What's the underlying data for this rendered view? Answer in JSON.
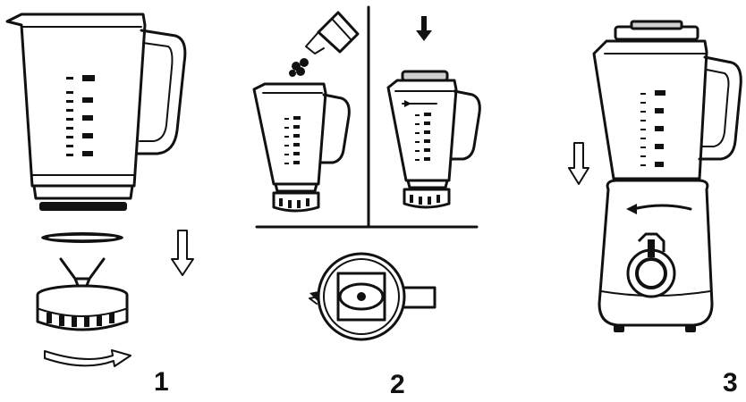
{
  "steps": [
    {
      "number": "1"
    },
    {
      "number": "2"
    },
    {
      "number": "3"
    }
  ],
  "icons": {
    "jug": "blender-jug-icon",
    "gasket": "sealing-ring-icon",
    "blade": "blade-assembly-icon",
    "arrow_down": "arrow-down-icon",
    "rotate_arrow": "rotate-arrow-icon",
    "ingredients": "ingredients-pour-icon",
    "lid_top": "lid-top-view-icon",
    "base": "motor-base-icon",
    "knob": "speed-knob-icon"
  }
}
